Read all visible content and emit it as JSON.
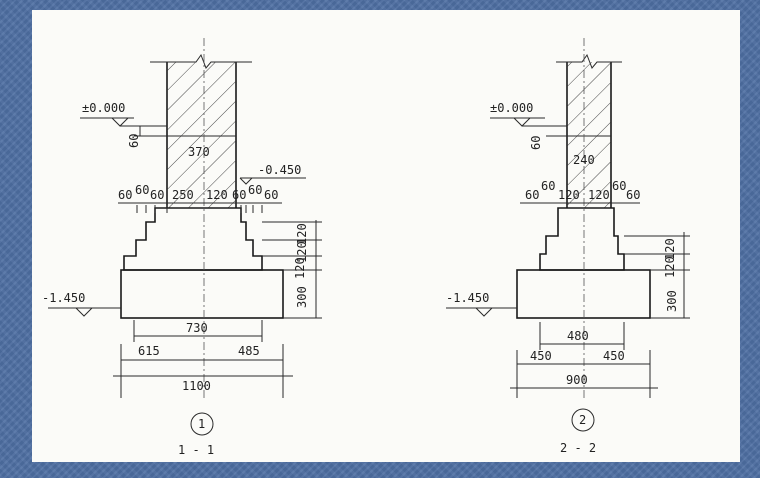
{
  "section1": {
    "elev_zero": "±0.000",
    "elev_mid": "-0.450",
    "elev_bottom": "-1.450",
    "dim_60_vertical": "60",
    "wall_width": "370",
    "offsets_row": [
      "60",
      "60",
      "60",
      "250",
      "120",
      "60",
      "60",
      "60"
    ],
    "steps_vertical": [
      "120",
      "120",
      "120"
    ],
    "bed_height": "300",
    "bed_width": "730",
    "left_dim": "615",
    "right_dim": "485",
    "total_width": "1100",
    "marker": "1",
    "label": "1 - 1"
  },
  "section2": {
    "elev_zero": "±0.000",
    "elev_bottom": "-1.450",
    "dim_60_vertical": "60",
    "wall_width": "240",
    "offsets_row": [
      "60",
      "60",
      "120",
      "120",
      "60",
      "60"
    ],
    "steps_vertical": [
      "120",
      "120"
    ],
    "bed_height": "300",
    "bed_width": "480",
    "left_dim": "450",
    "right_dim": "450",
    "total_width": "900",
    "marker": "2",
    "label": "2 - 2"
  }
}
